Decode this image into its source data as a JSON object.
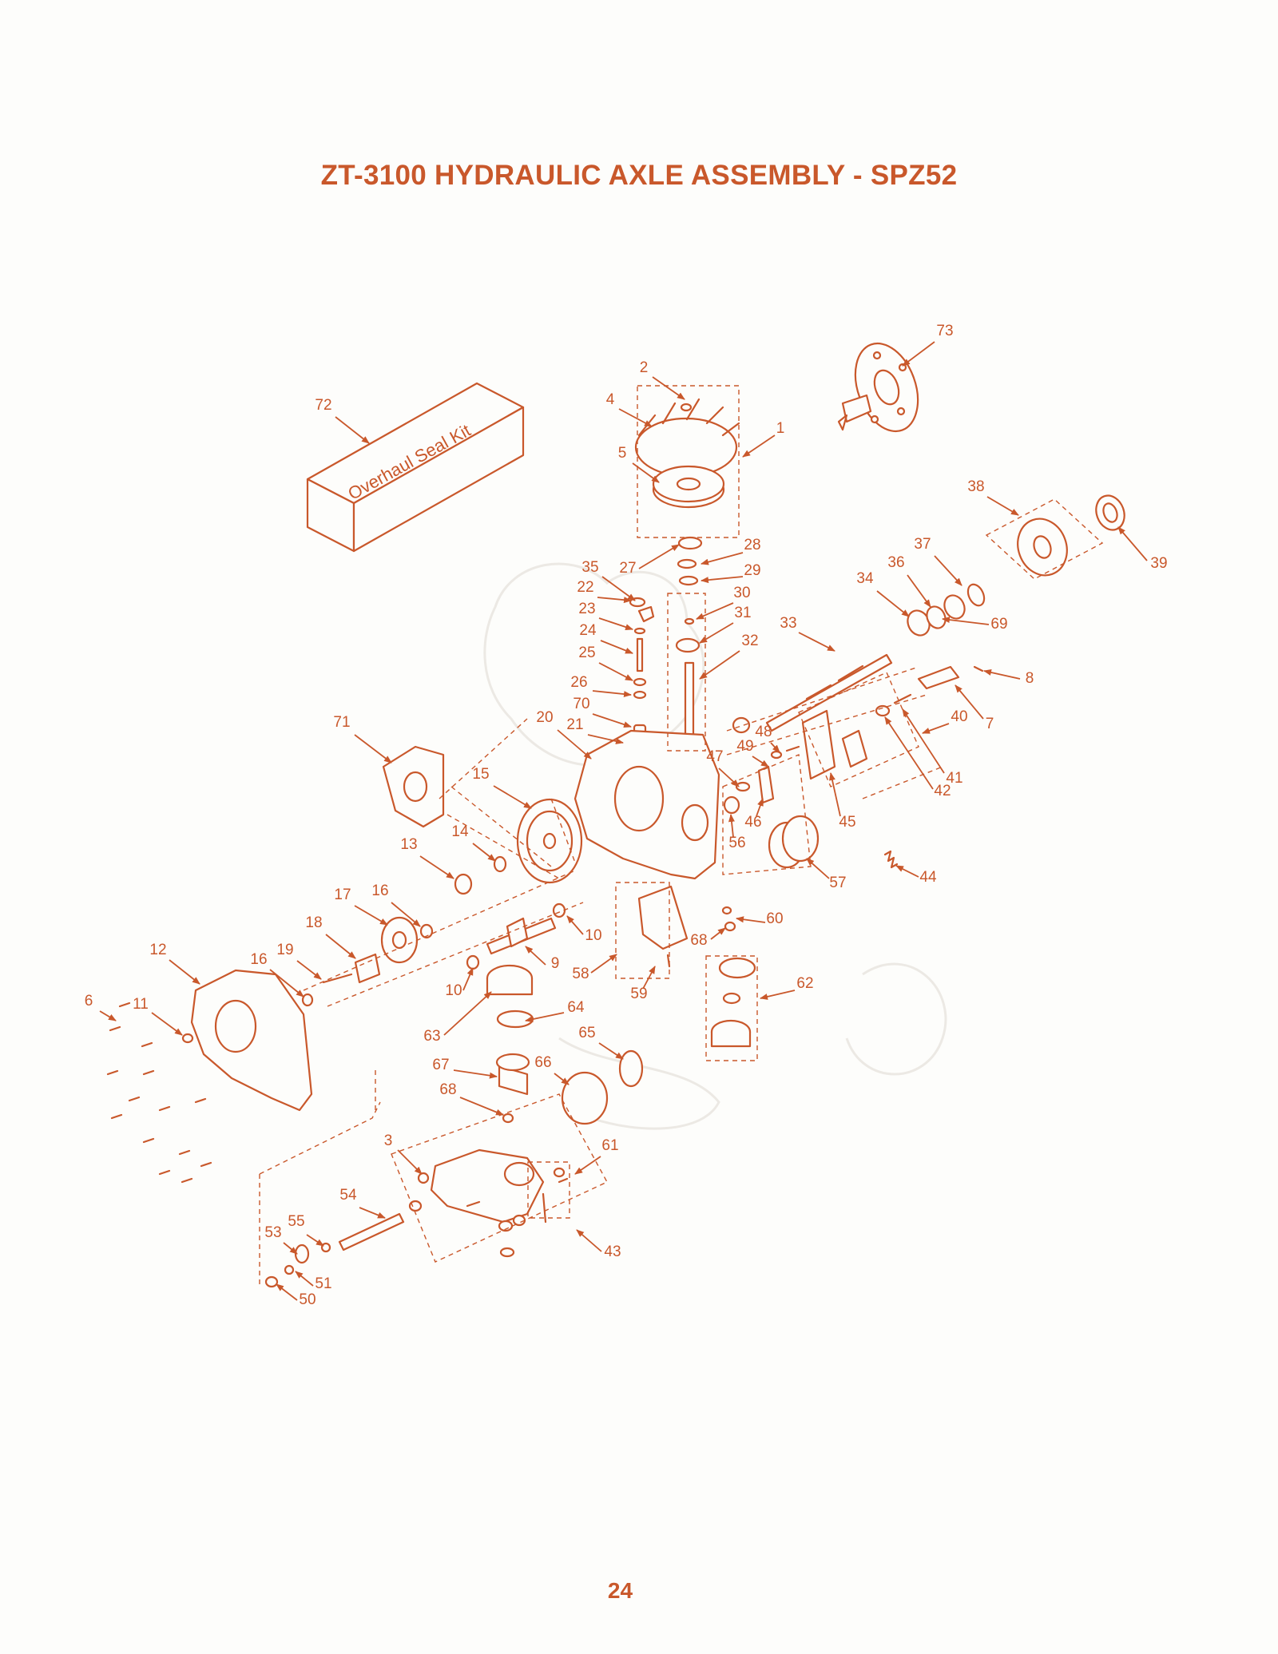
{
  "title": "ZT-3100 HYDRAULIC AXLE ASSEMBLY - SPZ52",
  "page_number": "24",
  "kit_label": "Overhaul Seal Kit",
  "colors": {
    "accent": "#c9582b",
    "watermark": "#ece9e4",
    "background": "#fdfdfb"
  },
  "callouts": [
    "1",
    "2",
    "3",
    "4",
    "5",
    "6",
    "7",
    "8",
    "9",
    "10",
    "10",
    "11",
    "12",
    "13",
    "14",
    "15",
    "16",
    "16",
    "17",
    "18",
    "19",
    "20",
    "21",
    "22",
    "23",
    "24",
    "25",
    "26",
    "27",
    "28",
    "29",
    "30",
    "31",
    "32",
    "33",
    "34",
    "35",
    "36",
    "37",
    "38",
    "39",
    "40",
    "41",
    "42",
    "43",
    "44",
    "45",
    "46",
    "47",
    "48",
    "49",
    "50",
    "51",
    "53",
    "54",
    "55",
    "56",
    "57",
    "58",
    "59",
    "60",
    "61",
    "62",
    "63",
    "64",
    "65",
    "66",
    "67",
    "68",
    "68",
    "69",
    "70",
    "71",
    "72",
    "73"
  ]
}
